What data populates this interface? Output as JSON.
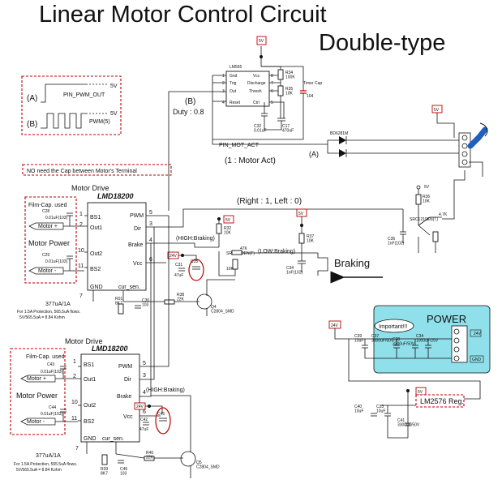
{
  "title": "Linear Motor Control Circuit",
  "subtitle": "Double-type",
  "timing": {
    "a_label": "(A)",
    "a_signal": "PIN_PWM_OUT",
    "a_level": "5V",
    "b_label": "(B)",
    "b_signal": "PWM(5)",
    "b_level": "5V"
  },
  "note_no_cap": "NO need the Cap between Motor's Terminal",
  "timer": {
    "chip": "LM555",
    "pins": [
      "Gnd",
      "Trig",
      "Out",
      "Reset",
      "Vcc",
      "Discharge",
      "Thresh",
      "Ctrl"
    ],
    "pin_numbers": [
      "1",
      "2",
      "3",
      "4",
      "8",
      "7",
      "6",
      "5"
    ],
    "supply": "5V",
    "r_a": "R34\n100K",
    "r_b": "R35\n10K",
    "timer_cap": "Timer Cap",
    "timer_cap_val": "104",
    "c1": "C32\n0.01uF",
    "c2": "C17\n470uF",
    "b_label": "(B)",
    "duty": "Duty : 0.8",
    "out_signal": "PIN_MOT_ACT",
    "motor_act": "(1 : Motor Act)",
    "a_label": "(A)",
    "diode": "BD6281M"
  },
  "driver1": {
    "heading": "Motor Drive",
    "chip": "LMD18200",
    "left_pins": [
      {
        "num": "1",
        "name": "BS1"
      },
      {
        "num": "2",
        "name": "Out1"
      },
      {
        "num": "10",
        "name": "Out2"
      },
      {
        "num": "11",
        "name": "BS2"
      },
      {
        "num": "7",
        "name": "GND"
      }
    ],
    "right_pins": [
      {
        "num": "5",
        "name": "PWM"
      },
      {
        "num": "3",
        "name": "Dir"
      },
      {
        "num": "4",
        "name": "Brake"
      },
      {
        "num": "6",
        "name": "Vcc"
      }
    ],
    "cur_sen": "cur_sen.",
    "film_cap": "Film-Cap. used",
    "motor_plus": "Motor +",
    "motor_minus": "Motor -",
    "motor_power": "Motor Power",
    "c_top": "C28",
    "c_top_val": "0.01uF(103)",
    "c_bot": "C29",
    "c_bot_val": "0.01uF(103)",
    "supply": "24V",
    "c_vcc": "C33",
    "c_vcc2": "C31",
    "c_vcc2_val": "47uF",
    "braking_high": "(HIGH:Braking)",
    "note1": "377uA/1A",
    "note2": "For 1.5A Protection, 565.5uA flows.",
    "note3": "5V/565.5uA = 8.84 Kohm",
    "r_sense": "R01\n8K7",
    "c_sense": "C30\n103",
    "r_base": "R38\n22K",
    "transistor": "Q4\nC2804_SMD"
  },
  "driver2": {
    "heading": "Motor Drive",
    "chip": "LMD18200",
    "left_pins": [
      {
        "num": "1",
        "name": "BS1"
      },
      {
        "num": "2",
        "name": "Out1"
      },
      {
        "num": "10",
        "name": "Out2"
      },
      {
        "num": "11",
        "name": "BS2"
      },
      {
        "num": "7",
        "name": "GND"
      }
    ],
    "right_pins": [
      {
        "num": "5",
        "name": "PWM"
      },
      {
        "num": "3",
        "name": "Dir"
      },
      {
        "num": "4",
        "name": "Brake"
      },
      {
        "num": "6",
        "name": "Vcc"
      }
    ],
    "cur_sen": "cur_sen.",
    "film_cap": "Film-Cap. used",
    "motor_plus": "Motor +",
    "motor_minus": "Motor -",
    "motor_power": "Motor Power",
    "c_top": "C43",
    "c_top_val": "0.01uF(103)",
    "c_bot": "C44",
    "c_bot_val": "0.01uF(103)",
    "supply": "24V",
    "c_vcc": "C45",
    "c_vcc2": "C42",
    "c_vcc2_val": "47uF",
    "braking_high": "(HIGH:Braking)",
    "note1": "377uA/1A",
    "note2": "For 1.5A Protection, 565.5uA flows.",
    "note3": "5V/565.5uA = 8.84 Kohm",
    "r_sense": "R39\n8K7",
    "c_sense": "C46\n103",
    "r_base": "R40\n22K",
    "transistor": "Q5\nC2804_SMD"
  },
  "direction": {
    "label": "(Right : 1, Left : 0)",
    "supply": "5V",
    "r1": "R36\n10K",
    "r2": "4.7K",
    "transistor": "SRC1219EN(T)",
    "cap": "C36\n1nF(102)"
  },
  "brake": {
    "supply_a": "5V",
    "supply_b": "5V",
    "low_braking": "(LOW:Braking)",
    "r1": "R32\n10K",
    "r2": "47K",
    "r3": "10K",
    "transistor": "SRC1219EN(T)",
    "r4": "R37\n10K",
    "cap": "C34\n1nF(102)",
    "label": "Braking"
  },
  "power": {
    "title": "POWER",
    "important": "Important!!!",
    "pins": [
      "24V",
      "",
      "",
      "GND"
    ],
    "caps": [
      "C39\n10uF",
      "C37\n3300uF/50V",
      "C38\n3300uF/50V",
      "C34\n1000uF/25V"
    ],
    "supply_24": "24V",
    "supply_5": "5V",
    "reg": "LM2576 Reg.",
    "caps2": [
      "C40\n10uF",
      "C33\n10uF",
      "C41\n3300uF/50V"
    ]
  },
  "colors": {
    "wire": "#111111",
    "accent_red": "#b00000",
    "power_fill": "#8fe0ea",
    "motor_blue": "#1f5fbf"
  }
}
